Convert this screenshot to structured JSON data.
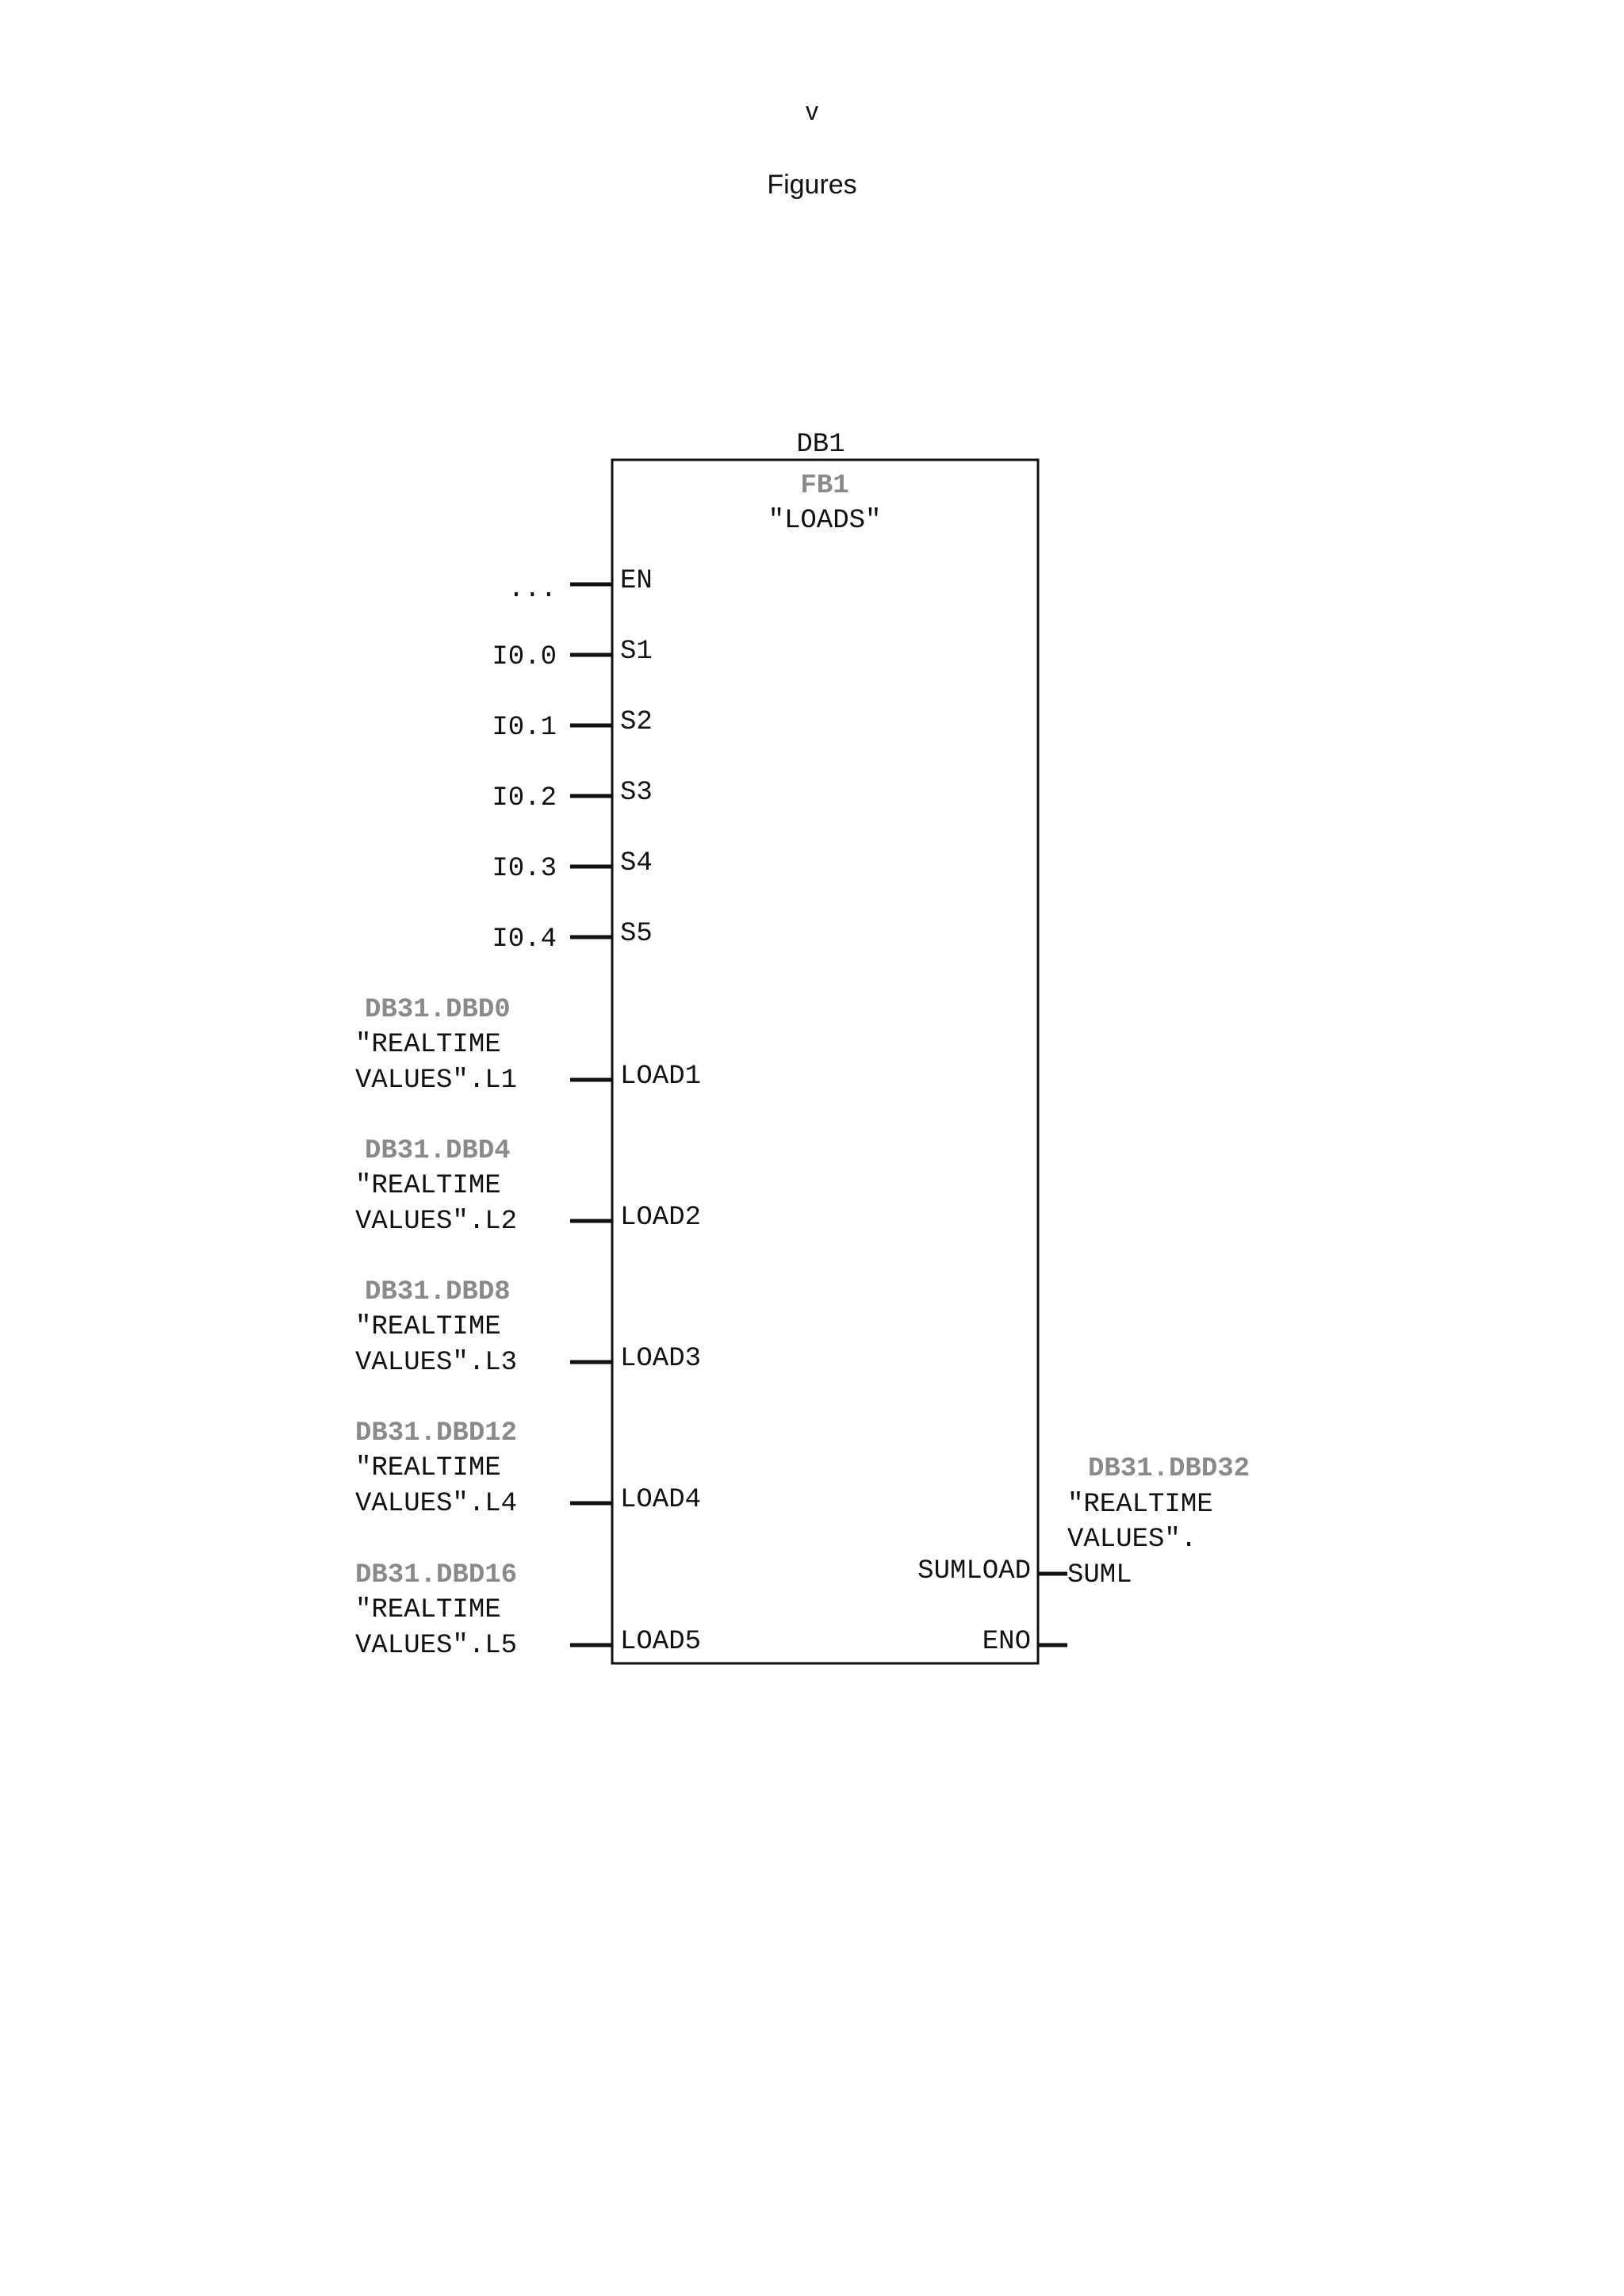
{
  "page": {
    "page_number": "v",
    "section_title": "Figures"
  },
  "block": {
    "instance_db": "DB1",
    "function_block": "FB1",
    "symbol": "\"LOADS\"",
    "colors": {
      "line": "#111111",
      "address": "#8a8a8a",
      "text": "#111111"
    }
  },
  "inputs": [
    {
      "pin": "EN",
      "lines": [
        "..."
      ]
    },
    {
      "pin": "S1",
      "lines": [
        "I0.0"
      ]
    },
    {
      "pin": "S2",
      "lines": [
        "I0.1"
      ]
    },
    {
      "pin": "S3",
      "lines": [
        "I0.2"
      ]
    },
    {
      "pin": "S4",
      "lines": [
        "I0.3"
      ]
    },
    {
      "pin": "S5",
      "lines": [
        "I0.4"
      ]
    },
    {
      "pin": "LOAD1",
      "address": "DB31.DBD0",
      "lines": [
        "\"REALTIME",
        "VALUES\".L1"
      ]
    },
    {
      "pin": "LOAD2",
      "address": "DB31.DBD4",
      "lines": [
        "\"REALTIME",
        "VALUES\".L2"
      ]
    },
    {
      "pin": "LOAD3",
      "address": "DB31.DBD8",
      "lines": [
        "\"REALTIME",
        "VALUES\".L3"
      ]
    },
    {
      "pin": "LOAD4",
      "address": "DB31.DBD12",
      "lines": [
        "\"REALTIME",
        "VALUES\".L4"
      ]
    },
    {
      "pin": "LOAD5",
      "address": "DB31.DBD16",
      "lines": [
        "\"REALTIME",
        "VALUES\".L5"
      ]
    }
  ],
  "outputs": [
    {
      "pin": "SUMLOAD",
      "address": "DB31.DBD32",
      "lines": [
        "\"REALTIME",
        "VALUES\".",
        "SUML"
      ]
    },
    {
      "pin": "ENO",
      "lines": []
    }
  ]
}
